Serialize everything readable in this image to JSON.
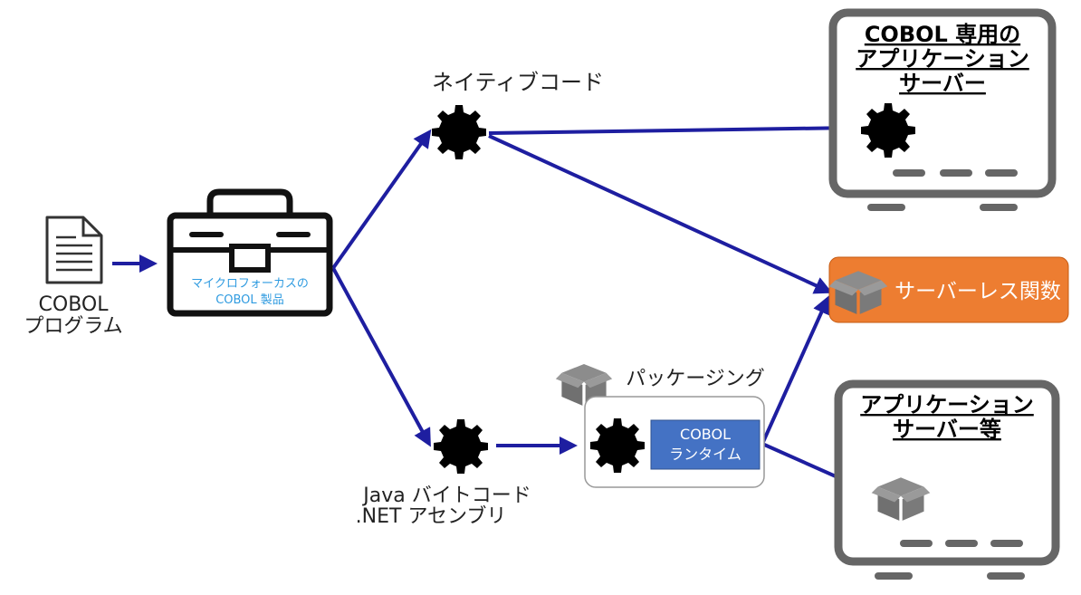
{
  "source": {
    "line1": "COBOL",
    "line2": "プログラム",
    "icon": "document-icon"
  },
  "toolbox": {
    "line1": "マイクロフォーカスの",
    "line2": "COBOL 製品",
    "icon": "toolbox-icon"
  },
  "native": {
    "label": "ネイティブコード",
    "icon": "gear-icon"
  },
  "java": {
    "line1": "Java バイトコード",
    "line2": ".NET アセンブリ",
    "icon": "gear-icon"
  },
  "packaging": {
    "label": "パッケージング",
    "runtime_line1": "COBOL",
    "runtime_line2": "ランタイム",
    "icon": "package-icon"
  },
  "server_cobol": {
    "line1": "COBOL 専用の",
    "line2": "アプリケーション",
    "line3": "サーバー",
    "icon": "server-icon"
  },
  "serverless": {
    "label": "サーバーレス関数",
    "icon": "package-icon"
  },
  "server_app": {
    "line1": "アプリケーション",
    "line2": "サーバー等",
    "icon": "server-icon"
  },
  "colors": {
    "arrow": "#1e1ea0",
    "gear": "#2f9be0",
    "runtime_box": "#4472c4",
    "serverless_box": "#ed7d31",
    "package": "#7f7f7f",
    "server_frame": "#666666"
  }
}
